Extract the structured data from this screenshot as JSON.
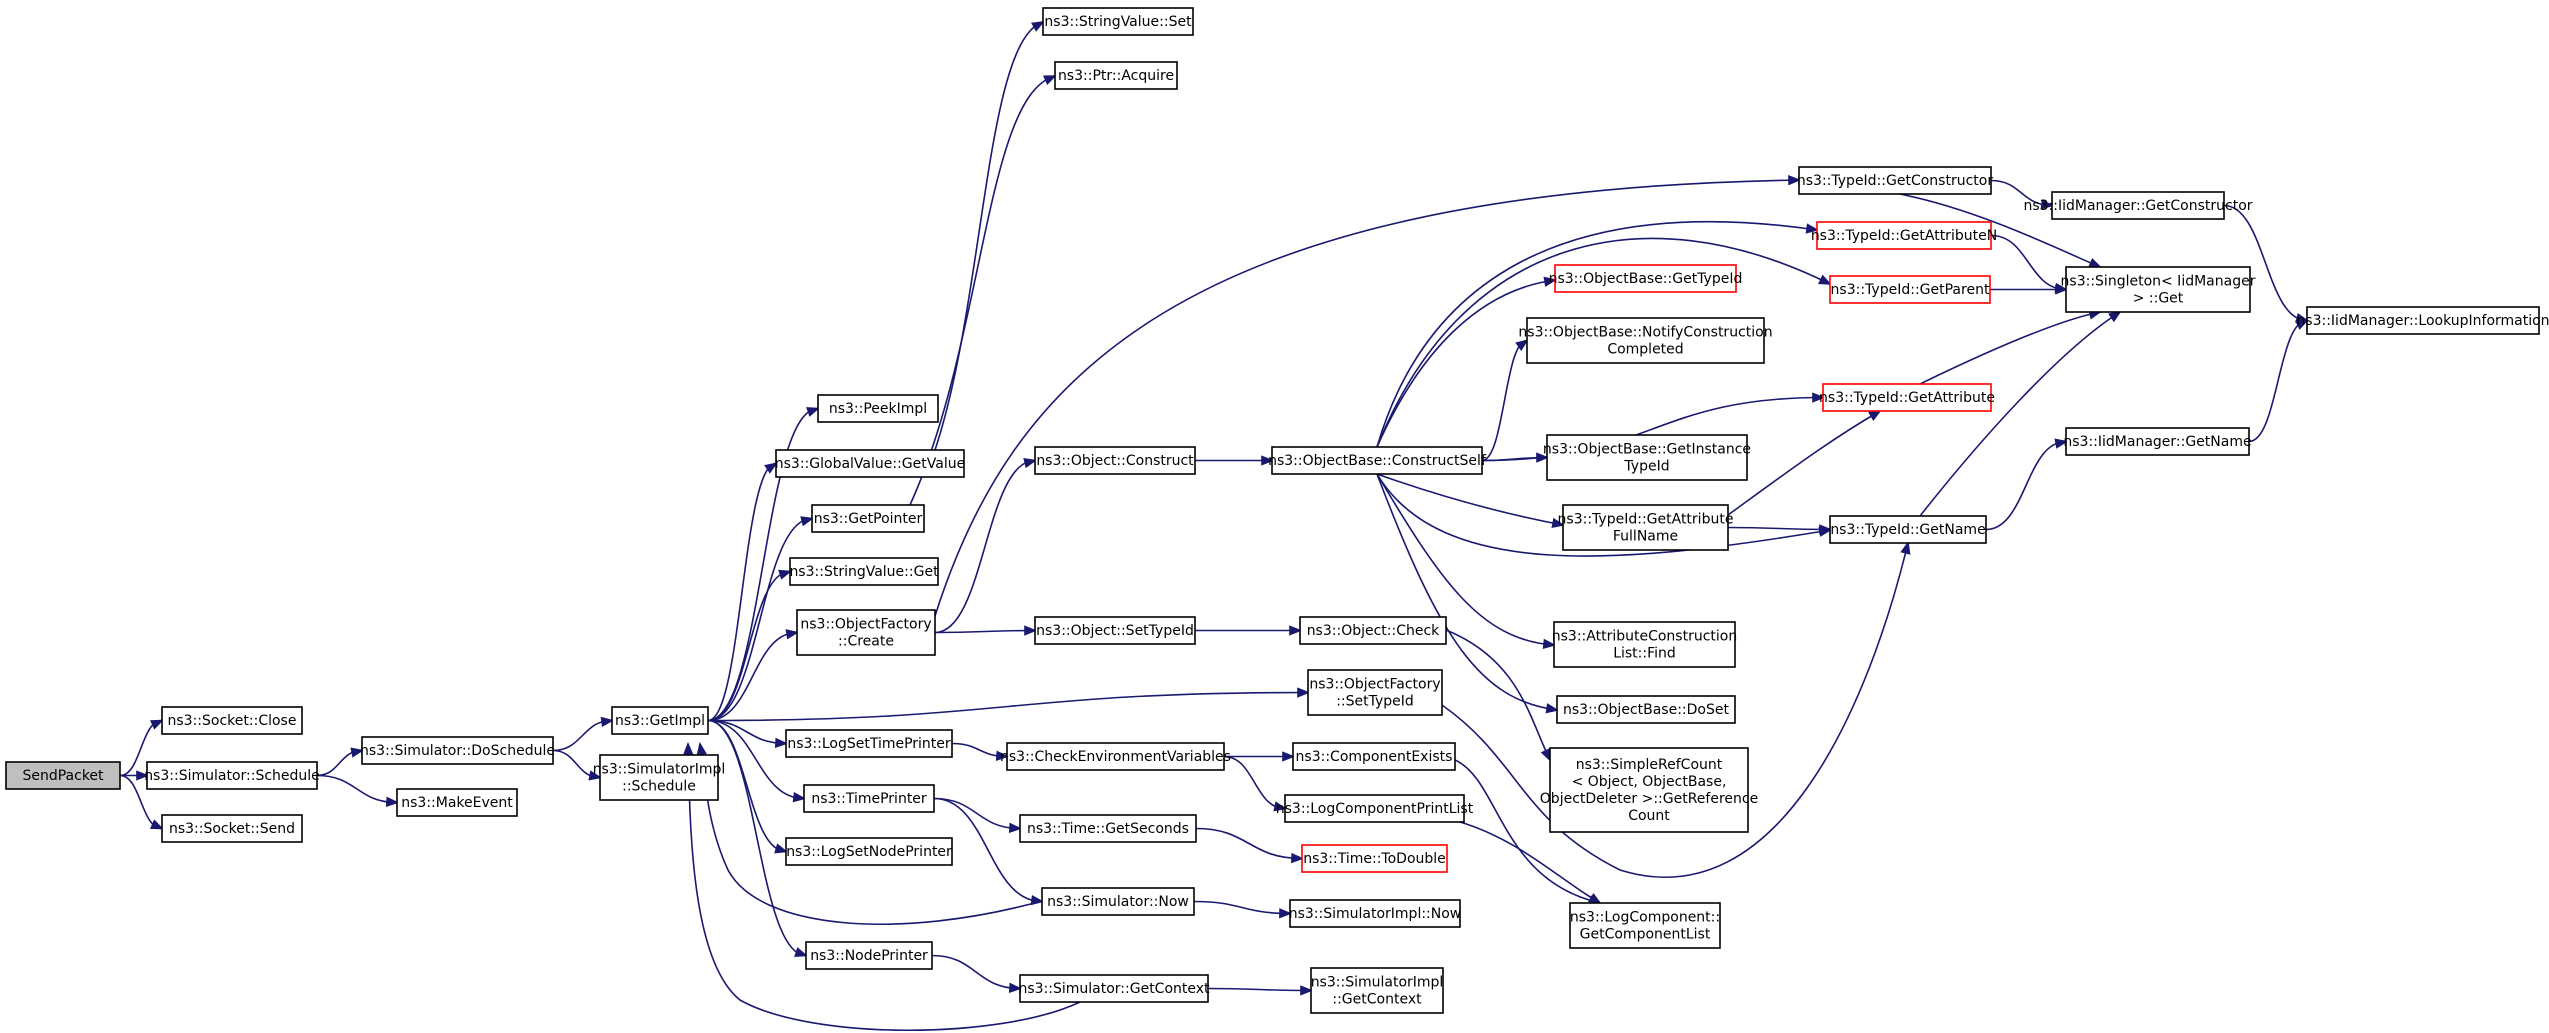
{
  "colors": {
    "edge": "#191970",
    "border_normal": "#000000",
    "border_truncated": "#ff0000",
    "fill_normal": "#ffffff",
    "fill_root": "#bfbfbf",
    "text": "#000000"
  },
  "nodes": [
    {
      "id": "sendpacket",
      "lines": [
        "SendPacket"
      ],
      "style": "root"
    },
    {
      "id": "socket_close",
      "lines": [
        "ns3::Socket::Close"
      ]
    },
    {
      "id": "sim_schedule",
      "lines": [
        "ns3::Simulator::Schedule"
      ]
    },
    {
      "id": "socket_send",
      "lines": [
        "ns3::Socket::Send"
      ]
    },
    {
      "id": "sim_doschedule",
      "lines": [
        "ns3::Simulator::DoSchedule"
      ]
    },
    {
      "id": "makeevent",
      "lines": [
        "ns3::MakeEvent"
      ]
    },
    {
      "id": "getimpl",
      "lines": [
        "ns3::GetImpl"
      ]
    },
    {
      "id": "simimpl_schedule",
      "lines": [
        "ns3::SimulatorImpl",
        "::Schedule"
      ]
    },
    {
      "id": "peekimpl",
      "lines": [
        "ns3::PeekImpl"
      ]
    },
    {
      "id": "gv_getvalue",
      "lines": [
        "ns3::GlobalValue::GetValue"
      ]
    },
    {
      "id": "getpointer",
      "lines": [
        "ns3::GetPointer"
      ]
    },
    {
      "id": "sv_get",
      "lines": [
        "ns3::StringValue::Get"
      ]
    },
    {
      "id": "of_create",
      "lines": [
        "ns3::ObjectFactory",
        "::Create"
      ]
    },
    {
      "id": "logsettime",
      "lines": [
        "ns3::LogSetTimePrinter"
      ]
    },
    {
      "id": "timeprinter",
      "lines": [
        "ns3::TimePrinter"
      ]
    },
    {
      "id": "logsetnode",
      "lines": [
        "ns3::LogSetNodePrinter"
      ]
    },
    {
      "id": "nodeprinter",
      "lines": [
        "ns3::NodePrinter"
      ]
    },
    {
      "id": "sv_set",
      "lines": [
        "ns3::StringValue::Set"
      ]
    },
    {
      "id": "ptr_acquire",
      "lines": [
        "ns3::Ptr::Acquire"
      ]
    },
    {
      "id": "obj_construct",
      "lines": [
        "ns3::Object::Construct"
      ]
    },
    {
      "id": "obj_settypeid",
      "lines": [
        "ns3::Object::SetTypeId"
      ]
    },
    {
      "id": "checkenv",
      "lines": [
        "ns3::CheckEnvironmentVariables"
      ]
    },
    {
      "id": "time_getseconds",
      "lines": [
        "ns3::Time::GetSeconds"
      ]
    },
    {
      "id": "sim_now",
      "lines": [
        "ns3::Simulator::Now"
      ]
    },
    {
      "id": "sim_getcontext",
      "lines": [
        "ns3::Simulator::GetContext"
      ]
    },
    {
      "id": "ob_constructself",
      "lines": [
        "ns3::ObjectBase::ConstructSelf"
      ]
    },
    {
      "id": "obj_check",
      "lines": [
        "ns3::Object::Check"
      ]
    },
    {
      "id": "of_settypeid",
      "lines": [
        "ns3::ObjectFactory",
        "::SetTypeId"
      ]
    },
    {
      "id": "compexists",
      "lines": [
        "ns3::ComponentExists"
      ]
    },
    {
      "id": "logcompprint",
      "lines": [
        "ns3::LogComponentPrintList"
      ]
    },
    {
      "id": "time_todouble",
      "lines": [
        "ns3::Time::ToDouble"
      ],
      "style": "truncated"
    },
    {
      "id": "simimpl_now",
      "lines": [
        "ns3::SimulatorImpl::Now"
      ]
    },
    {
      "id": "simimpl_getcontext",
      "lines": [
        "ns3::SimulatorImpl",
        "::GetContext"
      ]
    },
    {
      "id": "tid_getconstructor",
      "lines": [
        "ns3::TypeId::GetConstructor"
      ]
    },
    {
      "id": "tid_getattributen",
      "lines": [
        "ns3::TypeId::GetAttributeN"
      ],
      "style": "truncated"
    },
    {
      "id": "ob_gettypeid",
      "lines": [
        "ns3::ObjectBase::GetTypeId"
      ],
      "style": "truncated"
    },
    {
      "id": "tid_getparent",
      "lines": [
        "ns3::TypeId::GetParent"
      ],
      "style": "truncated"
    },
    {
      "id": "ob_notify",
      "lines": [
        "ns3::ObjectBase::NotifyConstruction",
        "Completed"
      ]
    },
    {
      "id": "tid_getattribute",
      "lines": [
        "ns3::TypeId::GetAttribute"
      ],
      "style": "truncated"
    },
    {
      "id": "ob_getinstance",
      "lines": [
        "ns3::ObjectBase::GetInstance",
        "TypeId"
      ]
    },
    {
      "id": "tid_getattrfull",
      "lines": [
        "ns3::TypeId::GetAttribute",
        "FullName"
      ]
    },
    {
      "id": "acl_find",
      "lines": [
        "ns3::AttributeConstruction",
        "List::Find"
      ]
    },
    {
      "id": "ob_doset",
      "lines": [
        "ns3::ObjectBase::DoSet"
      ]
    },
    {
      "id": "simplerefcount",
      "lines": [
        "ns3::SimpleRefCount",
        "< Object, ObjectBase,",
        "ObjectDeleter >::GetReference",
        "Count"
      ]
    },
    {
      "id": "lc_getcomplist",
      "lines": [
        "ns3::LogComponent::",
        "GetComponentList"
      ]
    },
    {
      "id": "tid_getname",
      "lines": [
        "ns3::TypeId::GetName"
      ]
    },
    {
      "id": "iid_getconstructor",
      "lines": [
        "ns3::IidManager::GetConstructor"
      ]
    },
    {
      "id": "singleton_get",
      "lines": [
        "ns3::Singleton< IidManager",
        "> ::Get"
      ]
    },
    {
      "id": "iid_getname",
      "lines": [
        "ns3::IidManager::GetName"
      ]
    },
    {
      "id": "iid_lookup",
      "lines": [
        "ns3::IidManager::LookupInformation"
      ]
    }
  ],
  "edges": [
    [
      "sendpacket",
      "socket_close"
    ],
    [
      "sendpacket",
      "sim_schedule"
    ],
    [
      "sendpacket",
      "socket_send"
    ],
    [
      "sim_schedule",
      "sim_doschedule"
    ],
    [
      "sim_schedule",
      "makeevent"
    ],
    [
      "sim_doschedule",
      "getimpl"
    ],
    [
      "sim_doschedule",
      "simimpl_schedule"
    ],
    [
      "getimpl",
      "peekimpl"
    ],
    [
      "getimpl",
      "gv_getvalue"
    ],
    [
      "getimpl",
      "getpointer"
    ],
    [
      "getimpl",
      "sv_get"
    ],
    [
      "getimpl",
      "of_create"
    ],
    [
      "getimpl",
      "of_settypeid"
    ],
    [
      "getimpl",
      "logsettime"
    ],
    [
      "getimpl",
      "timeprinter"
    ],
    [
      "getimpl",
      "logsetnode"
    ],
    [
      "getimpl",
      "nodeprinter"
    ],
    [
      "gv_getvalue",
      "sv_set"
    ],
    [
      "getpointer",
      "ptr_acquire"
    ],
    [
      "of_create",
      "obj_construct"
    ],
    [
      "of_create",
      "obj_settypeid"
    ],
    [
      "of_create",
      "tid_getconstructor"
    ],
    [
      "logsettime",
      "checkenv"
    ],
    [
      "timeprinter",
      "time_getseconds"
    ],
    [
      "timeprinter",
      "sim_now"
    ],
    [
      "nodeprinter",
      "sim_getcontext"
    ],
    [
      "obj_construct",
      "ob_constructself"
    ],
    [
      "obj_settypeid",
      "obj_check"
    ],
    [
      "checkenv",
      "compexists"
    ],
    [
      "checkenv",
      "logcompprint"
    ],
    [
      "time_getseconds",
      "time_todouble"
    ],
    [
      "sim_now",
      "getimpl"
    ],
    [
      "sim_now",
      "simimpl_now"
    ],
    [
      "sim_getcontext",
      "getimpl"
    ],
    [
      "sim_getcontext",
      "simimpl_getcontext"
    ],
    [
      "ob_constructself",
      "tid_getattributen"
    ],
    [
      "ob_constructself",
      "ob_gettypeid"
    ],
    [
      "ob_constructself",
      "tid_getparent"
    ],
    [
      "ob_constructself",
      "ob_notify"
    ],
    [
      "ob_constructself",
      "tid_getattribute"
    ],
    [
      "ob_constructself",
      "ob_getinstance"
    ],
    [
      "ob_constructself",
      "tid_getattrfull"
    ],
    [
      "ob_constructself",
      "acl_find"
    ],
    [
      "ob_constructself",
      "ob_doset"
    ],
    [
      "ob_constructself",
      "tid_getname"
    ],
    [
      "obj_check",
      "simplerefcount"
    ],
    [
      "of_settypeid",
      "tid_getname"
    ],
    [
      "compexists",
      "lc_getcomplist"
    ],
    [
      "logcompprint",
      "lc_getcomplist"
    ],
    [
      "tid_getconstructor",
      "iid_getconstructor"
    ],
    [
      "tid_getconstructor",
      "singleton_get"
    ],
    [
      "tid_getattributen",
      "singleton_get"
    ],
    [
      "tid_getparent",
      "singleton_get"
    ],
    [
      "tid_getattribute",
      "singleton_get"
    ],
    [
      "tid_getattrfull",
      "tid_getattribute"
    ],
    [
      "tid_getattrfull",
      "tid_getname"
    ],
    [
      "tid_getname",
      "singleton_get"
    ],
    [
      "tid_getname",
      "iid_getname"
    ],
    [
      "iid_getconstructor",
      "iid_lookup"
    ],
    [
      "iid_getname",
      "iid_lookup"
    ]
  ]
}
